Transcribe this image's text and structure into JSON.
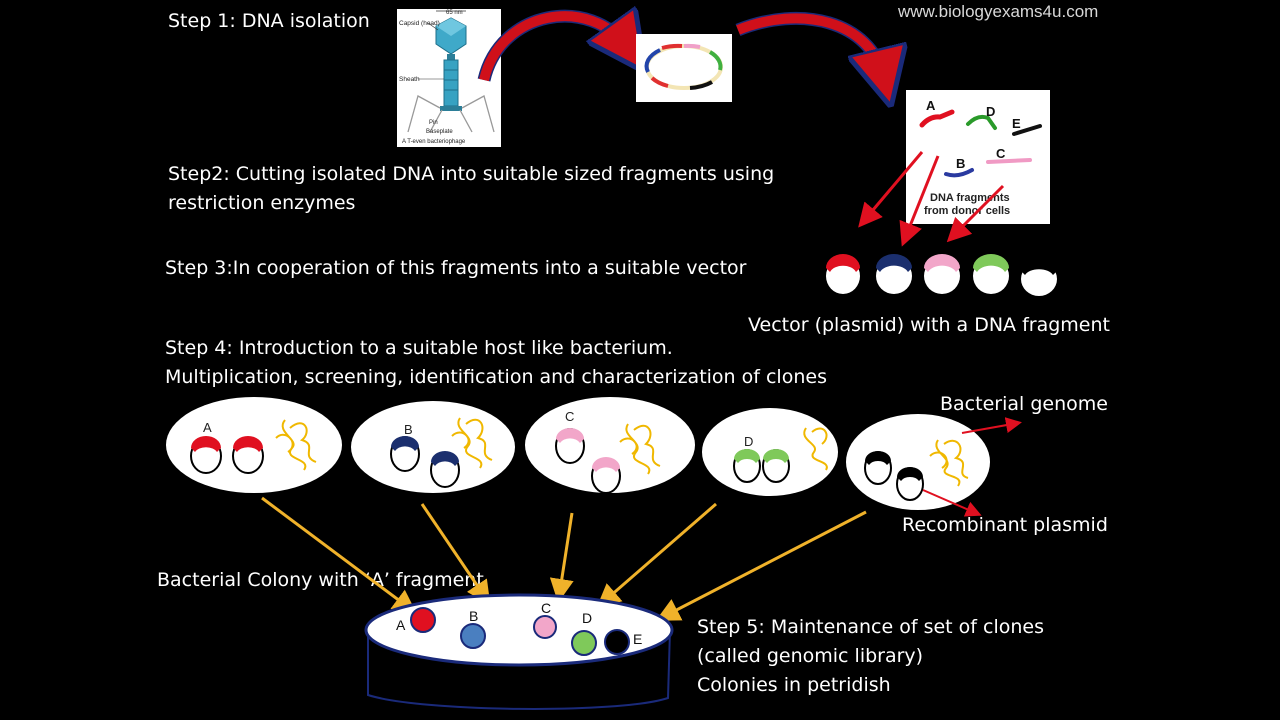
{
  "watermark": "www.biologyexams4u.com",
  "steps": {
    "step1": "Step 1: DNA isolation",
    "step2_line1": "Step2: Cutting isolated DNA into suitable sized fragments using",
    "step2_line2": "restriction enzymes",
    "step3": "Step 3:In cooperation of this fragments into a suitable vector",
    "step4_line1": "Step 4: Introduction to a suitable host like bacterium.",
    "step4_line2": "Multiplication, screening, identification and characterization of clones",
    "step5_line1": "Step 5: Maintenance of set of clones",
    "step5_line2": " (called genomic library)",
    "step5_line3": "Colonies in petridish"
  },
  "phage": {
    "capsid": "Capsid (head)",
    "size": "65 nm",
    "sheath": "Sheath",
    "pin": "Pin",
    "baseplate": "Baseplate",
    "caption": "A T-even bacteriophage"
  },
  "fragments_box": {
    "labels": [
      "A",
      "D",
      "E",
      "B",
      "C"
    ],
    "caption_line1": "DNA fragments",
    "caption_line2": "from donor cells"
  },
  "vector_label": "Vector (plasmid) with a DNA fragment",
  "bacterial_genome_label": "Bacterial genome",
  "recombinant_label": "Recombinant plasmid",
  "colony_label": "Bacterial Colony with ‘A’ fragment",
  "cell_labels": [
    "A",
    "B",
    "C",
    "D"
  ],
  "dish_labels": [
    "A",
    "B",
    "C",
    "D",
    "E"
  ],
  "colors": {
    "A": "#e0101a",
    "B": "#1b2f6e",
    "C": "#f2a6c9",
    "D": "#7fc95a",
    "E": "#000000",
    "arrow_red": "#e01020",
    "arrow_orange": "#f0b22a"
  }
}
